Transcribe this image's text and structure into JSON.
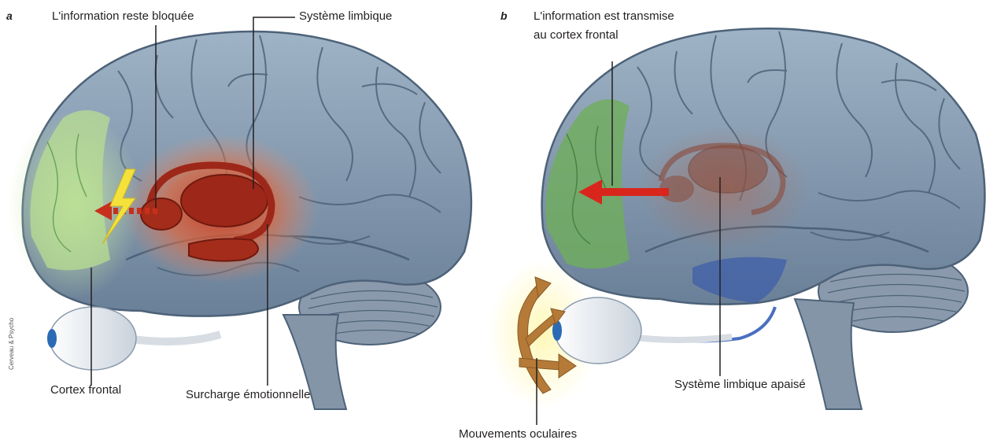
{
  "panels": {
    "a": {
      "letter": "a",
      "label_blocked": "L'information reste bloquée",
      "label_limbic": "Système limbique",
      "label_cortex": "Cortex frontal",
      "label_overload": "Surcharge émotionnelle"
    },
    "b": {
      "letter": "b",
      "label_transmitted_line1": "L'information est transmise",
      "label_transmitted_line2": "au cortex frontal",
      "label_limbic_calm": "Système limbique apaisé",
      "label_eye_movements": "Mouvements oculaires"
    }
  },
  "credit": "Cerveau & Psycho",
  "colors": {
    "brain": "#7f96ad",
    "brain_dark": "#4d6278",
    "frontal_green": "#9fcf7a",
    "frontal_green_dark": "#5c9a4e",
    "limbic_red": "#b8321e",
    "glow_orange": "#e8663a",
    "arrow_red": "#d8261c",
    "eye_arrow": "#b57a38",
    "calm_blue": "#3f5fa8",
    "lightning": "#f4e23b"
  }
}
